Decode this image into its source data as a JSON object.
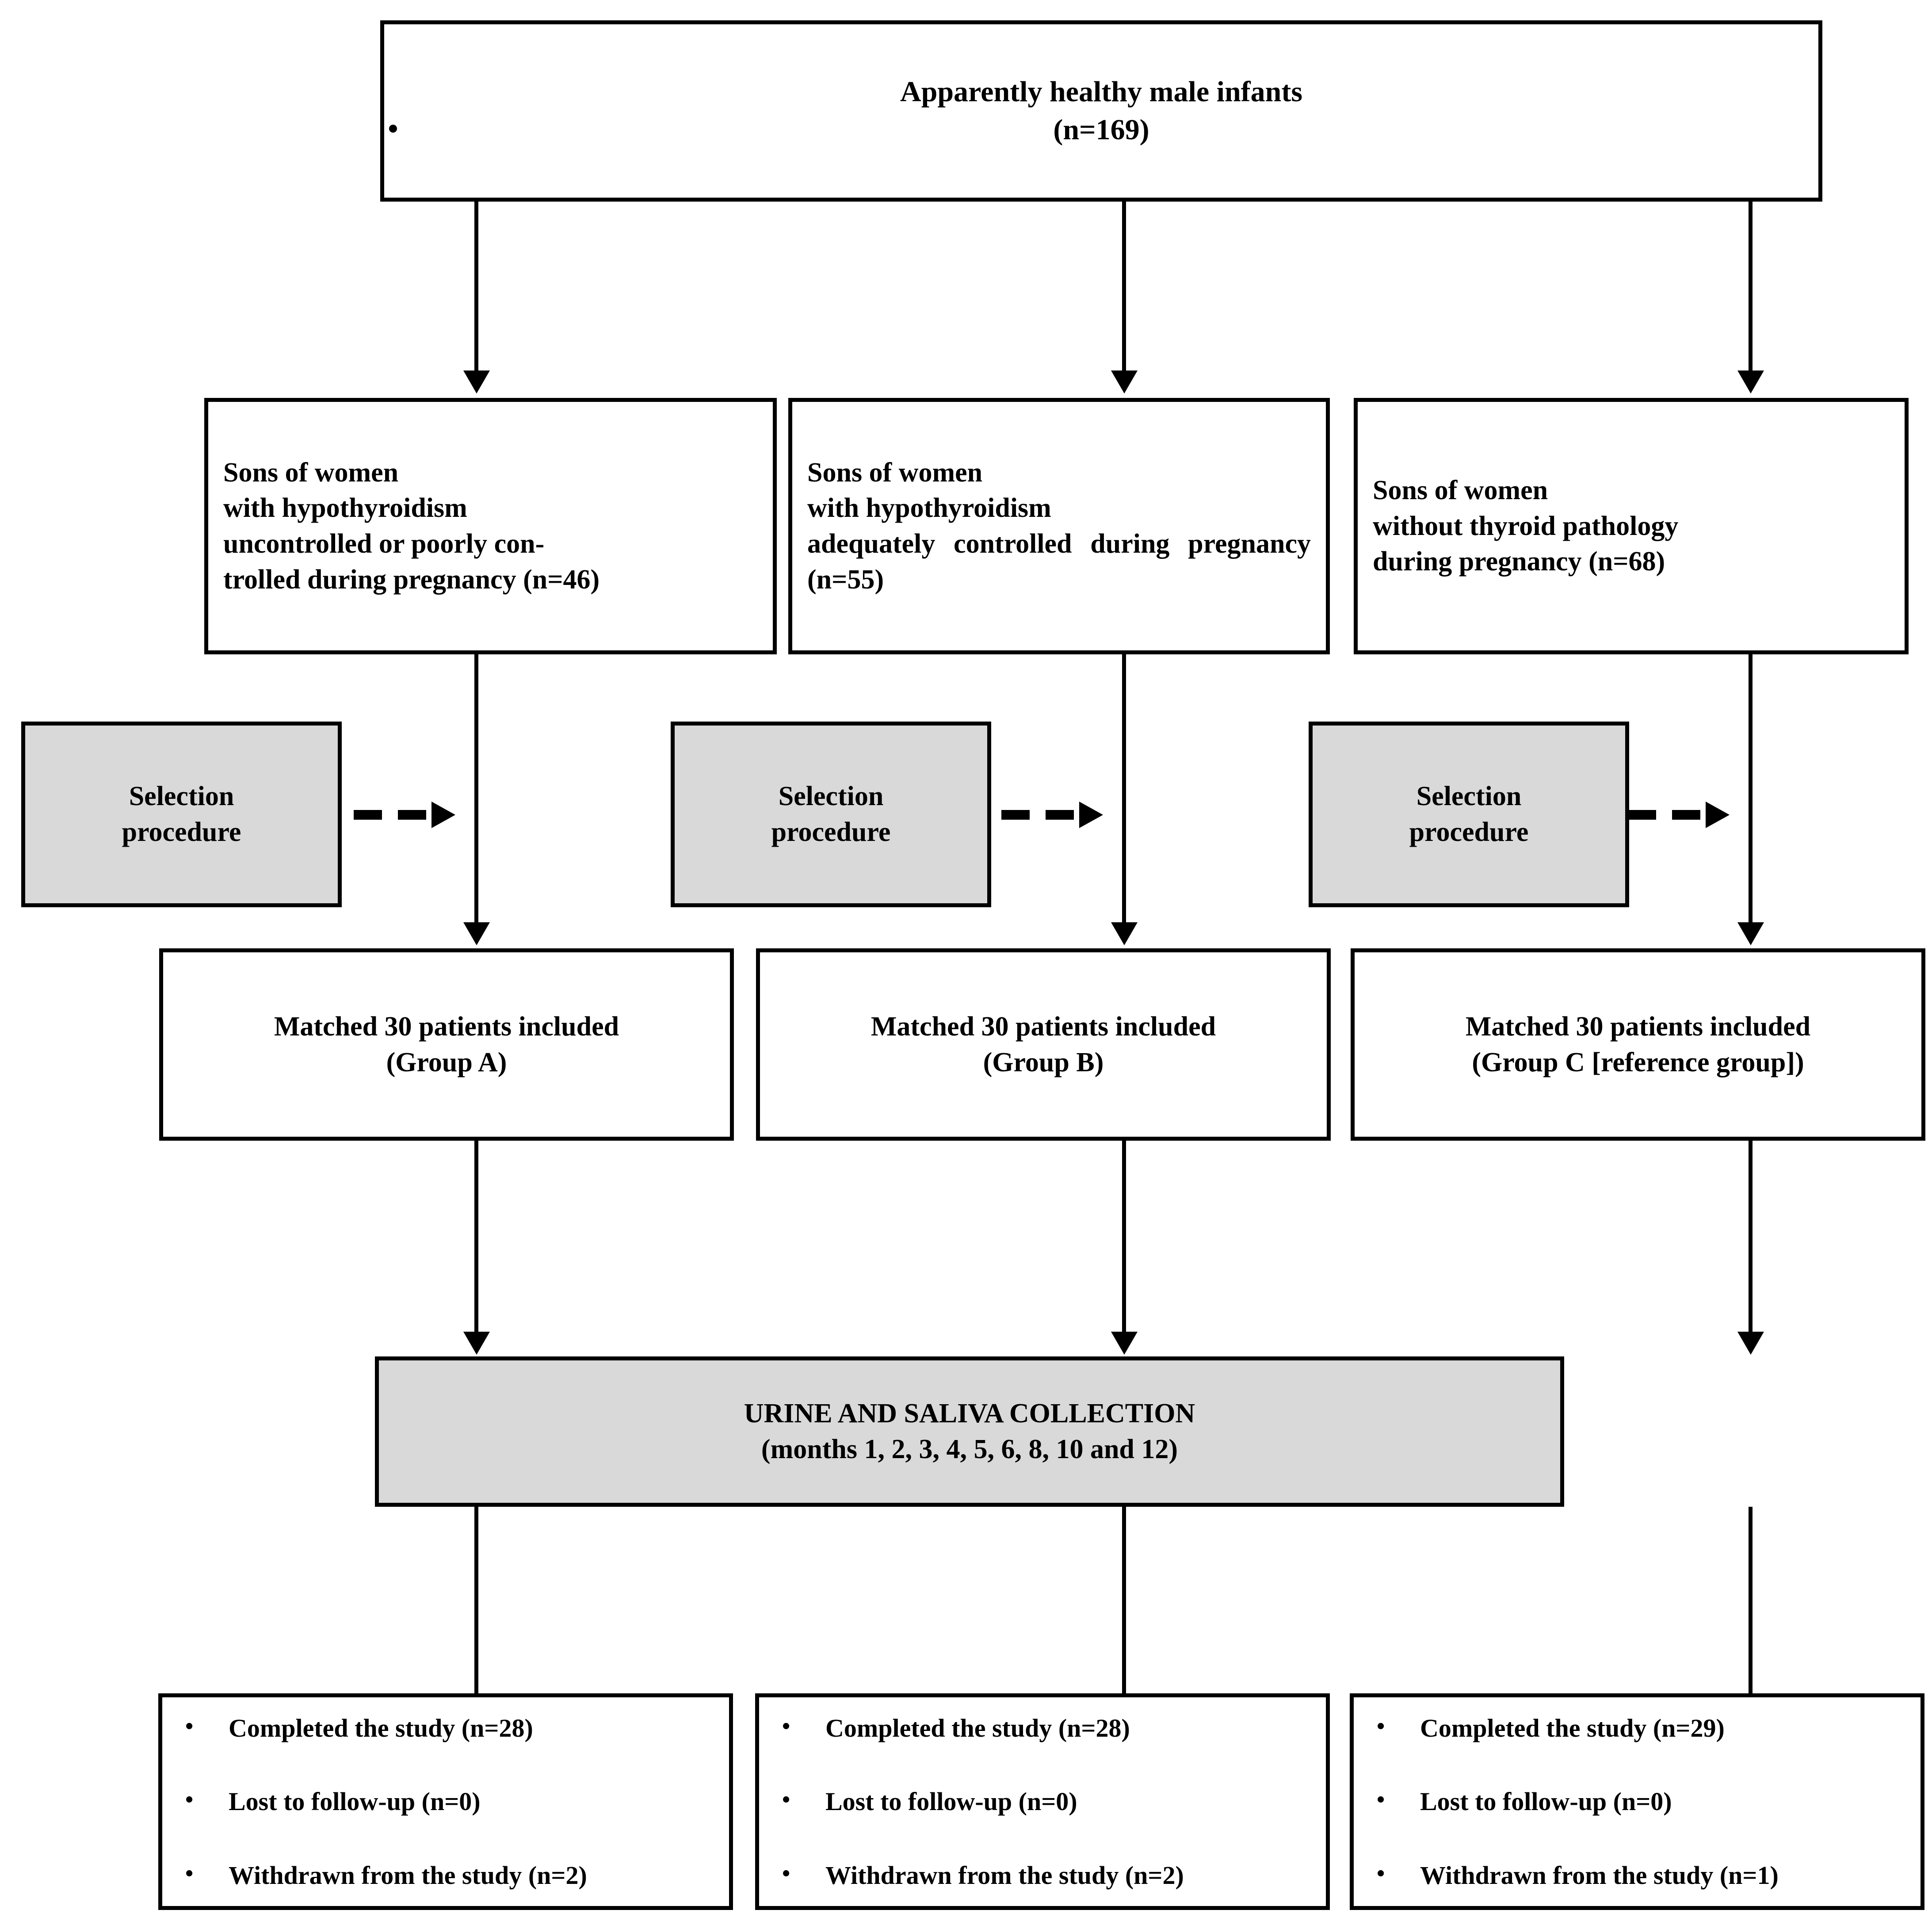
{
  "diagram": {
    "title": "Study participant flow diagram",
    "colors": {
      "line": "#000000",
      "box_fill": "#ffffff",
      "highlight_fill": "#d9d9d9"
    }
  },
  "top_box": {
    "line1": "Apparently healthy male infants",
    "line2": "(n=169)",
    "stray_mark": "."
  },
  "source_boxes": [
    {
      "id": "source-a",
      "text": "Sons of women\nwith hypothyroidism\nuncontrolled or poorly con-\ntrolled during pregnancy (n=46)",
      "n": 46
    },
    {
      "id": "source-b",
      "text": "Sons of women\nwith hypothyroidism\nadequately controlled during pregnancy (n=55)",
      "n": 55
    },
    {
      "id": "source-c",
      "text": "Sons of women\nwithout thyroid pathology\nduring pregnancy (n=68)",
      "n": 68
    }
  ],
  "selection_boxes": [
    {
      "id": "selection-a",
      "line1": "Selection",
      "line2": "procedure"
    },
    {
      "id": "selection-b",
      "line1": "Selection",
      "line2": "procedure"
    },
    {
      "id": "selection-c",
      "line1": "Selection",
      "line2": "procedure"
    }
  ],
  "matched_boxes": [
    {
      "id": "matched-a",
      "line1": "Matched 30 patients included",
      "line2": "(Group A)",
      "n": 30
    },
    {
      "id": "matched-b",
      "line1": "Matched 30 patients included",
      "line2": "(Group B)",
      "n": 30
    },
    {
      "id": "matched-c",
      "line1": "Matched 30 patients included",
      "line2": "(Group C [reference group])",
      "n": 30
    }
  ],
  "collection_banner": {
    "line1": "URINE AND SALIVA COLLECTION",
    "line2": "(months 1, 2, 3, 4, 5, 6, 8, 10 and 12)",
    "months": [
      1,
      2,
      3,
      4,
      5,
      6,
      8,
      10,
      12
    ]
  },
  "outcome_boxes": [
    {
      "id": "outcome-a",
      "items": [
        "Completed the study (n=28)",
        "Lost to follow-up (n=0)",
        "Withdrawn from the study (n=2)"
      ],
      "completed": 28,
      "lost": 0,
      "withdrawn": 2
    },
    {
      "id": "outcome-b",
      "items": [
        "Completed the study (n=28)",
        "Lost to follow-up (n=0)",
        "Withdrawn from the study (n=2)"
      ],
      "completed": 28,
      "lost": 0,
      "withdrawn": 2
    },
    {
      "id": "outcome-c",
      "items": [
        "Completed the study (n=29)",
        "Lost to follow-up (n=0)",
        "Withdrawn from the study (n=1)"
      ],
      "completed": 29,
      "lost": 0,
      "withdrawn": 1
    }
  ]
}
